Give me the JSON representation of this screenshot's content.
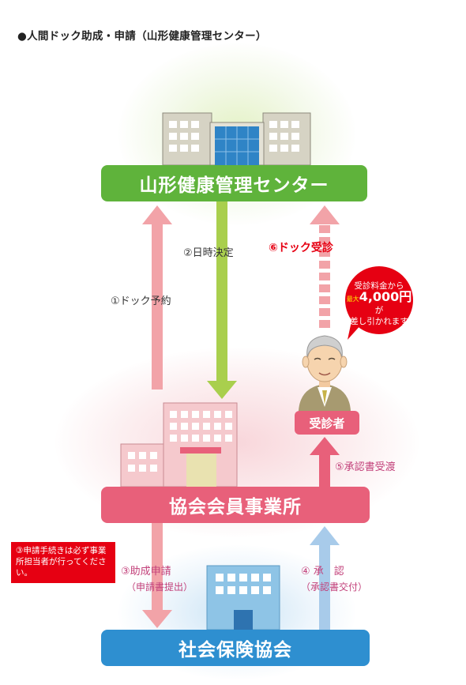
{
  "title": "●人間ドック助成・申請（山形健康管理センター）",
  "nodes": {
    "center": "山形健康管理センター",
    "office": "協会会員事業所",
    "association": "社会保険協会",
    "patient": "受診者"
  },
  "steps": {
    "s1": "①ドック予約",
    "s2": "②日時決定",
    "s3": "③助成申請",
    "s3_sub": "（申請書提出）",
    "s4": "④ 承　認",
    "s4_sub": "（承認書交付）",
    "s5": "⑤承認書受渡",
    "s6": "⑥ドック受診"
  },
  "note": "③申請手続きは必ず事業所担当者が行ってください。",
  "bubble": {
    "line1": "受診料金から",
    "prefix": "最大",
    "amount": "4,000円",
    "suffix": "が",
    "line3": "差し引かれます"
  },
  "colors": {
    "green": "#5fb33b",
    "pink": "#e8607a",
    "blue": "#2e8fd0",
    "red": "#e60012",
    "arrow_pink": "#f2a3a8",
    "arrow_green": "#a9cf4d",
    "arrow_blue": "#a8cbea"
  }
}
